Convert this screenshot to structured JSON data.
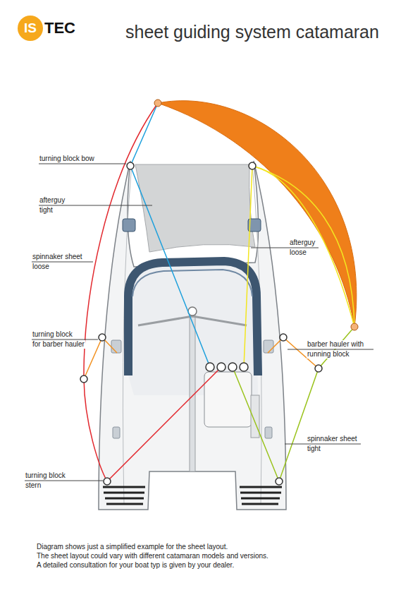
{
  "diagram": {
    "title": "sheet guiding system catamaran",
    "labels": [
      "IS",
      "TEC",
      "turning block bow",
      "afterguy",
      "tight",
      "spinnaker sheet",
      "loose",
      "turning block",
      "for barber hauler",
      "turning block",
      "stern",
      "afterguy",
      "loose",
      "barber hauler with",
      "running block",
      "spinnaker sheet",
      "tight",
      "Diagram shows just a simplified example for the sheet layout.",
      "The sheet layout could vary with different catamaran models and versions.",
      "A detailed consultation for your boat typ is given by your dealer."
    ]
  }
}
